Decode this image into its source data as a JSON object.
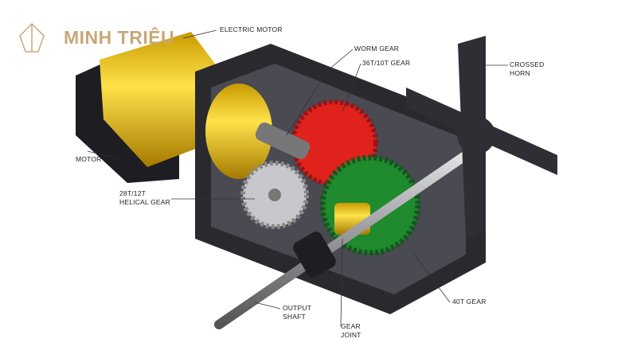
{
  "logo": {
    "text": "MINH TRIỆU"
  },
  "labels": {
    "electric_motor": "ELECTRIC MOTOR",
    "worm_gear": "WORM GEAR",
    "gear_36t_10t": "36T/10T GEAR",
    "crossed_horn_1": "CROSSED",
    "crossed_horn_2": "HORN",
    "motor_stay": "MOTOR STAY",
    "helical_1": "28T/12T",
    "helical_2": "HELICAL GEAR",
    "output_shaft_1": "OUTPUT",
    "output_shaft_2": "SHAFT",
    "gear_joint_1": "GEAR",
    "gear_joint_2": "JOINT",
    "gear_40t": "40T GEAR"
  },
  "colors": {
    "motor": "#f2c200",
    "frame": "#2a2a2e",
    "red_gear": "#e0221c",
    "green_gear": "#1f8a2e",
    "silver": "#c8c8cc",
    "logo": "#c8a878"
  }
}
